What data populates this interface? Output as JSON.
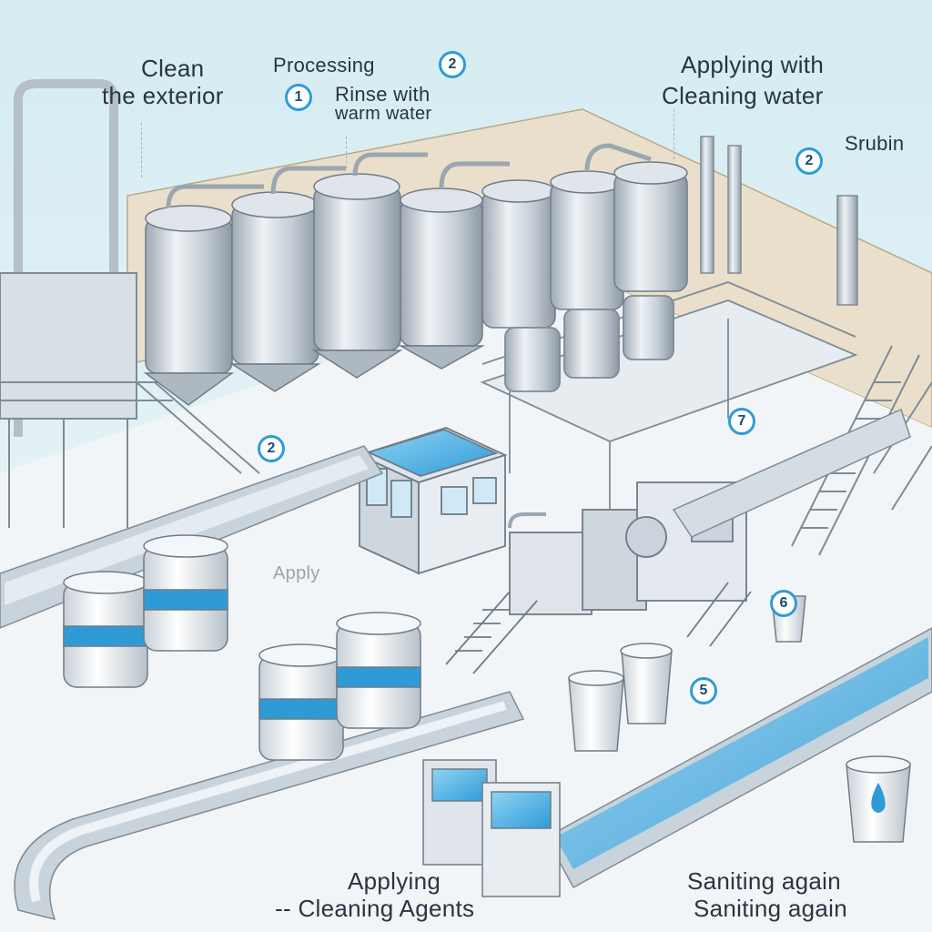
{
  "labels": {
    "clean_exterior": [
      "Clean",
      "the exterior"
    ],
    "processing": "Processing",
    "rinse": [
      "Rinse with",
      "warm water"
    ],
    "applying_water": [
      "Applying with",
      "Cleaning water"
    ],
    "scrubbing": "Srubin",
    "apply": "Apply",
    "applying_agents": [
      "Applying",
      "-- Cleaning Agents"
    ],
    "sanitizing": [
      "Saniting again",
      "Saniting again"
    ]
  },
  "badges": {
    "processing": "2",
    "rinse": "1",
    "scrubbing": "2",
    "left_mid": "2",
    "middle": "7",
    "right_mid": "6",
    "bottom_right": "5"
  },
  "colors": {
    "accent_blue": "#2f9bd6",
    "steel": "#c9d3db",
    "ink": "#2a3442",
    "floor": "#eef5f8"
  }
}
